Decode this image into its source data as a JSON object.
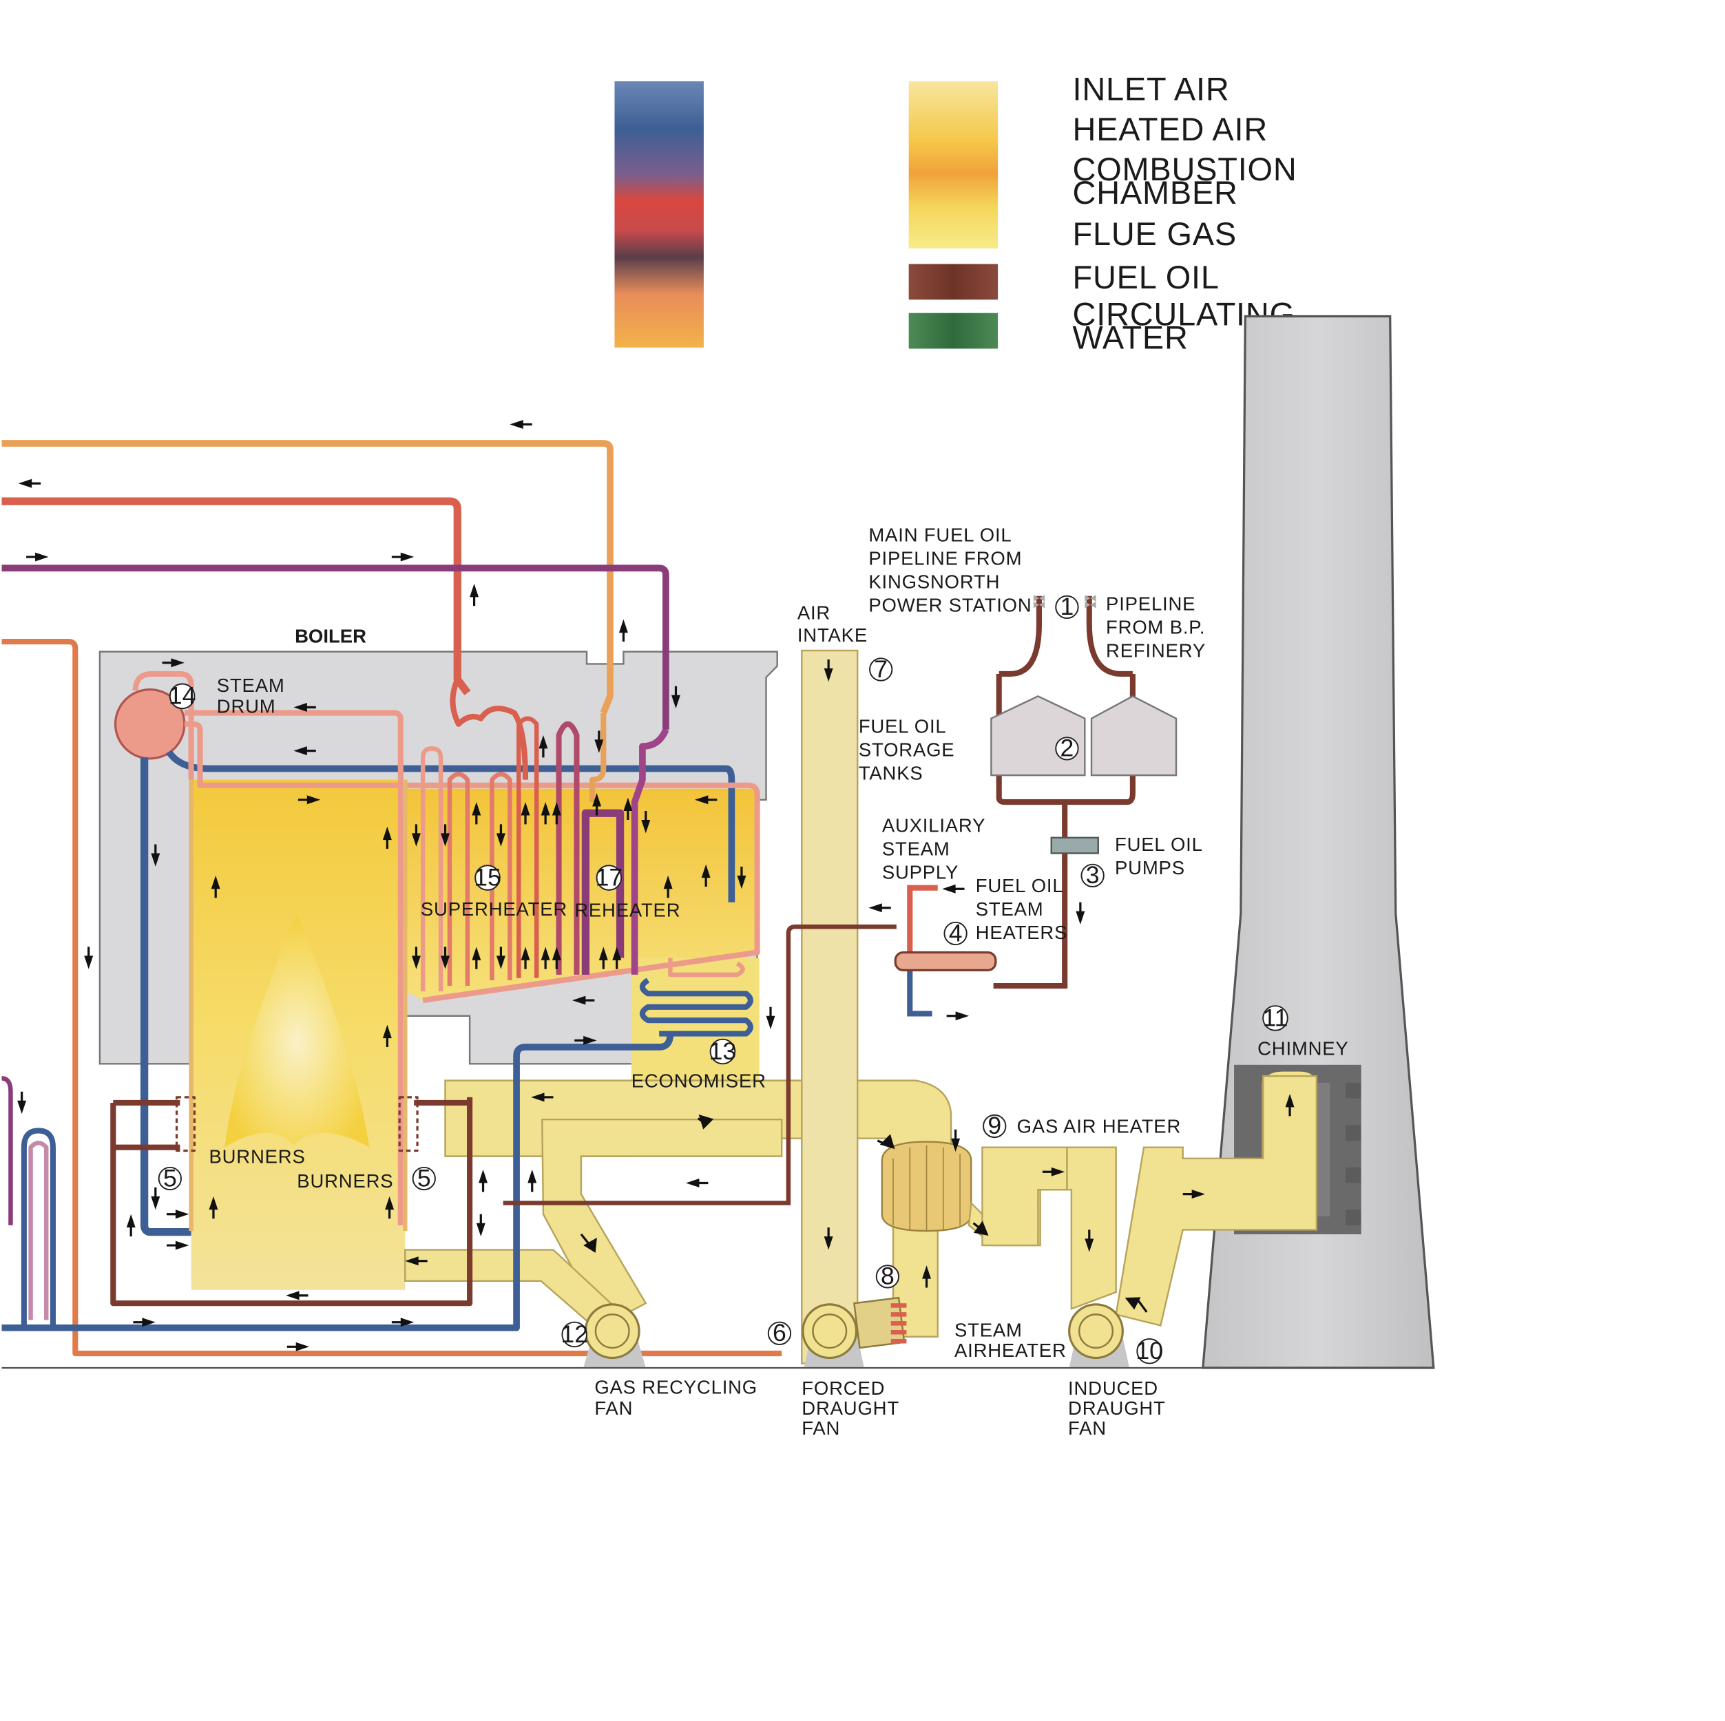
{
  "legend": {
    "items": [
      {
        "label": "INLET AIR"
      },
      {
        "label": "HEATED AIR"
      },
      {
        "label": "COMBUSTION"
      },
      {
        "label": "CHAMBER"
      },
      {
        "label": "FLUE GAS"
      },
      {
        "label": "FUEL OIL",
        "color": "#7b3a2e"
      },
      {
        "label": "CIRCULATING"
      },
      {
        "label": "WATER",
        "color": "#3f7a48"
      }
    ]
  },
  "labels": {
    "boiler": "BOILER",
    "steam_drum": [
      "STEAM",
      "DRUM"
    ],
    "superheater": "SUPERHEATER",
    "reheater": "REHEATER",
    "economiser": "ECONOMISER",
    "burners_left": "BURNERS",
    "burners_right": "BURNERS",
    "air_intake": [
      "AIR",
      "INTAKE"
    ],
    "main_fuel": [
      "MAIN FUEL OIL",
      "PIPELINE FROM",
      "KINGSNORTH",
      "POWER STATION"
    ],
    "bp_pipeline": [
      "PIPELINE",
      "FROM B.P.",
      "REFINERY"
    ],
    "storage_tanks": [
      "FUEL OIL",
      "STORAGE",
      "TANKS"
    ],
    "aux_steam": [
      "AUXILIARY",
      "STEAM",
      "SUPPLY"
    ],
    "fuel_oil_pumps": [
      "FUEL OIL",
      "PUMPS"
    ],
    "steam_heaters": [
      "FUEL OIL",
      "STEAM",
      "HEATERS"
    ],
    "chimney": "CHIMNEY",
    "gas_air_heater": "GAS AIR HEATER",
    "gas_recycling_fan": [
      "GAS RECYCLING",
      "FAN"
    ],
    "forced_draught_fan": [
      "FORCED",
      "DRAUGHT",
      "FAN"
    ],
    "induced_draught_fan": [
      "INDUCED",
      "DRAUGHT",
      "FAN"
    ],
    "steam_airheater": [
      "STEAM",
      "AIRHEATER"
    ]
  },
  "numbers": {
    "n1": "1",
    "n2": "2",
    "n3": "3",
    "n4": "4",
    "n5a": "5",
    "n5b": "5",
    "n6": "6",
    "n7": "7",
    "n8": "8",
    "n9": "9",
    "n10": "10",
    "n11": "11",
    "n12": "12",
    "n13": "13",
    "n14": "14",
    "n15": "15",
    "n17": "17"
  }
}
